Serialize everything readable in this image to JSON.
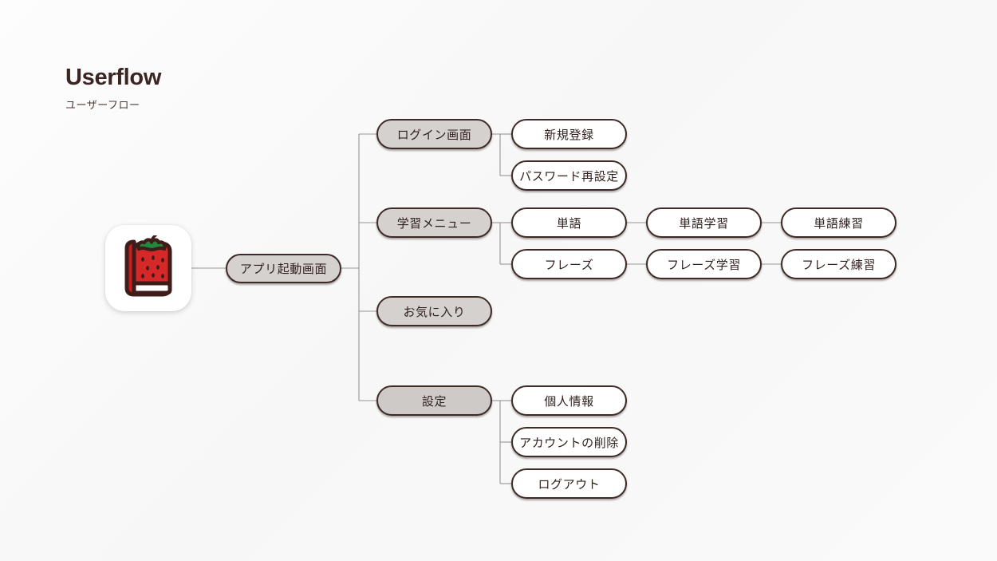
{
  "header": {
    "title": "Userflow",
    "subtitle": "ユーザーフロー",
    "title_color": "#3b2522"
  },
  "app_icon": {
    "name": "strawberry-book-icon",
    "colors": {
      "book_red": "#d62828",
      "book_red_dark": "#b81f1f",
      "outline": "#3d1c1a",
      "leaf_green": "#1f8a3c",
      "pages_white": "#ffffff",
      "tile_bg": "#ffffff"
    }
  },
  "diagram": {
    "type": "userflow-tree",
    "colors": {
      "node_border": "#3e2b28",
      "node_fill_gray": "#d5d1cf",
      "node_fill_white": "#ffffff",
      "connector": "#9a9593",
      "text": "#2f201d"
    },
    "nodes": {
      "root": {
        "label": "アプリ起動画面",
        "fill": "gray"
      },
      "level2": [
        {
          "label": "ログイン画面",
          "fill": "gray"
        },
        {
          "label": "学習メニュー",
          "fill": "gray"
        },
        {
          "label": "お気に入り",
          "fill": "gray"
        },
        {
          "label": "設定",
          "fill": "gray"
        }
      ],
      "login_children": [
        {
          "label": "新規登録",
          "fill": "white"
        },
        {
          "label": "パスワード再設定",
          "fill": "white"
        }
      ],
      "study_children": [
        {
          "label": "単語",
          "fill": "white"
        },
        {
          "label": "フレーズ",
          "fill": "white"
        }
      ],
      "study_grandchildren": [
        {
          "label": "単語学習",
          "fill": "white"
        },
        {
          "label": "フレーズ学習",
          "fill": "white"
        }
      ],
      "study_greatgrandchildren": [
        {
          "label": "単語練習",
          "fill": "white"
        },
        {
          "label": "フレーズ練習",
          "fill": "white"
        }
      ],
      "settings_children": [
        {
          "label": "個人情報",
          "fill": "white"
        },
        {
          "label": "アカウントの削除",
          "fill": "white"
        },
        {
          "label": "ログアウト",
          "fill": "white"
        }
      ]
    }
  }
}
